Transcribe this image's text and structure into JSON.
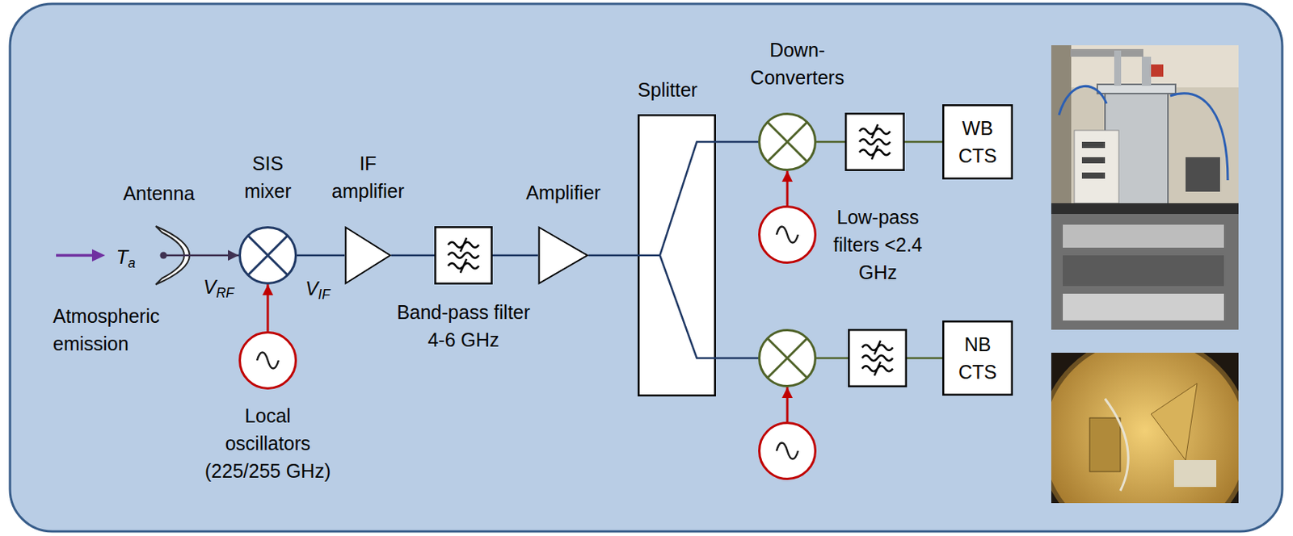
{
  "diagram": {
    "nodes": [
      {
        "text": [
          "Antenna"
        ]
      },
      {
        "text": [
          "SIS mixer"
        ]
      },
      {
        "text": [
          "Local oscillators (225/255 GHz)"
        ]
      },
      {
        "text": [
          "IF amplifier"
        ]
      },
      {
        "text": [
          "Band-pass filter 4-6 GHz"
        ]
      },
      {
        "text": [
          "Amplifier"
        ]
      },
      {
        "text": [
          "Splitter"
        ]
      },
      {
        "text": [
          "Down-Converters"
        ]
      },
      {
        "text": []
      },
      {
        "text": [
          "Low-pass filters <2.4 GHz"
        ]
      },
      {
        "text": [
          "WB CTS"
        ]
      },
      {
        "text": []
      },
      {
        "text": []
      },
      {
        "text": []
      },
      {
        "text": [
          "NB CTS"
        ]
      }
    ],
    "edges": [
      {
        "from": 0,
        "to": 1,
        "arrow": "to"
      },
      {
        "from": 2,
        "to": 1,
        "arrow": "to"
      },
      {
        "from": 1,
        "to": 3,
        "arrow": "none"
      },
      {
        "from": 3,
        "to": 4,
        "arrow": "none"
      },
      {
        "from": 4,
        "to": 5,
        "arrow": "none"
      },
      {
        "from": 5,
        "to": 6,
        "arrow": "none"
      },
      {
        "from": 6,
        "to": 7,
        "arrow": "none"
      },
      {
        "from": 8,
        "to": 7,
        "arrow": "to"
      },
      {
        "from": 7,
        "to": 9,
        "arrow": "none"
      },
      {
        "from": 9,
        "to": 10,
        "arrow": "none"
      },
      {
        "from": 6,
        "to": 11,
        "arrow": "none"
      },
      {
        "from": 12,
        "to": 11,
        "arrow": "to"
      },
      {
        "from": 11,
        "to": 13,
        "arrow": "none"
      },
      {
        "from": 13,
        "to": 14,
        "arrow": "none"
      }
    ],
    "labels": [
      "Atmospheric emission",
      "Ta",
      "VRF",
      "VIF"
    ]
  }
}
